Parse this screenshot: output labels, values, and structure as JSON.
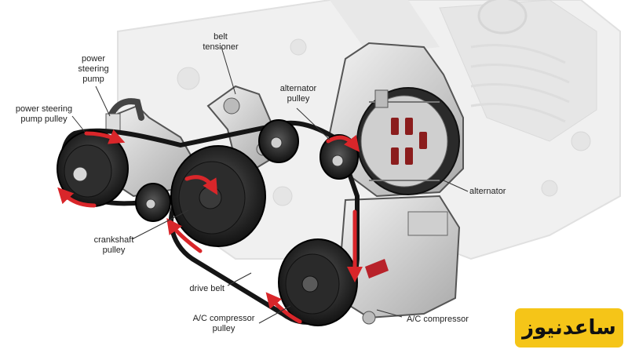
{
  "labels": {
    "belt_tensioner": "belt\ntensioner",
    "power_steering_pump": "power\nsteering\npump",
    "power_steering_pump_pulley": "power steering\npump pulley",
    "alternator_pulley": "alternator\npulley",
    "alternator": "alternator",
    "crankshaft_pulley": "crankshaft\npulley",
    "drive_belt": "drive belt",
    "ac_compressor_pulley": "A/C compressor\npulley",
    "ac_compressor": "A/C compressor"
  },
  "watermark": {
    "text": "ساعدنیوز"
  },
  "colors": {
    "arrow": "#d9262a",
    "engine_gray": "#dcdcdc",
    "belt": "#151515",
    "watermark_bg": "#f5c518"
  }
}
